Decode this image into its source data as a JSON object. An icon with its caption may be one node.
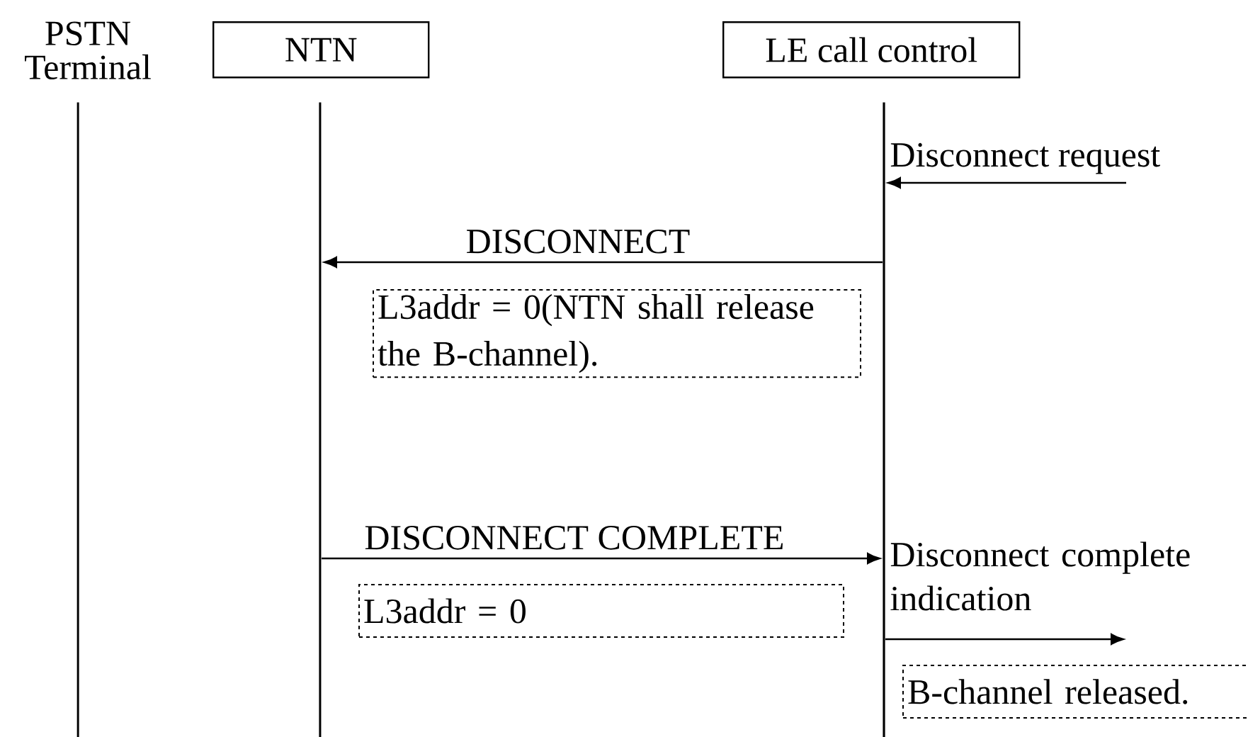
{
  "diagram": {
    "nodes": [
      {
        "text": [
          "PSTN Terminal"
        ]
      },
      {
        "text": [
          "NTN"
        ]
      },
      {
        "text": [
          "LE call control"
        ]
      },
      {
        "text": [],
        "shape": "bar"
      },
      {
        "text": [],
        "shape": "bar"
      },
      {
        "text": [],
        "shape": "bar"
      },
      {
        "text": [
          "L3addr = 0(NTN shall release the B-channel)."
        ]
      },
      {
        "text": [
          "L3addr = 0"
        ]
      },
      {
        "text": [
          "B-channel released."
        ]
      }
    ],
    "edges": [
      {
        "from": null,
        "to": 5,
        "arrow": "to",
        "label": "Disconnect request"
      },
      {
        "from": 5,
        "to": 4,
        "arrow": "to",
        "label": "DISCONNECT"
      },
      {
        "from": 4,
        "to": 5,
        "arrow": "to",
        "label": "DISCONNECT COMPLETE"
      },
      {
        "from": 5,
        "to": null,
        "arrow": "to",
        "label": "Disconnect complete indication"
      }
    ]
  }
}
